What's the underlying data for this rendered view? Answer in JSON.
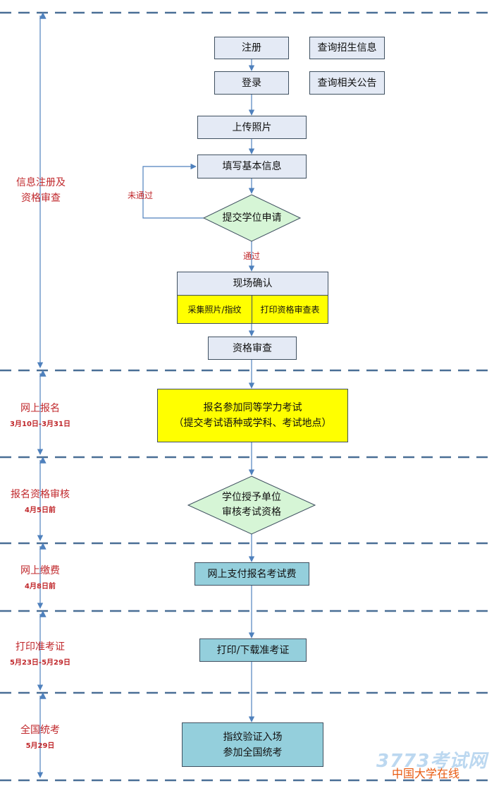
{
  "phases": [
    {
      "title": "信息注册及\n资格审查",
      "date": ""
    },
    {
      "title": "网上报名",
      "date": "3月10日-3月31日"
    },
    {
      "title": "报名资格审核",
      "date": "4月5日前"
    },
    {
      "title": "网上缴费",
      "date": "4月8日前"
    },
    {
      "title": "打印准考证",
      "date": "5月23日-5月29日"
    },
    {
      "title": "全国统考",
      "date": "5月29日"
    }
  ],
  "steps": {
    "register": "注册",
    "login": "登录",
    "query_admission": "查询招生信息",
    "query_notice": "查询相关公告",
    "upload_photo": "上传照片",
    "fill_info": "填写基本信息",
    "submit_degree": "提交学位申请",
    "not_passed": "未通过",
    "passed": "通过",
    "onsite_confirm": "现场确认",
    "collect_photo": "采集照片/指纹",
    "print_form": "打印资格审查表",
    "qualification_review": "资格审查",
    "signup_line1": "报名参加同等学力考试",
    "signup_line2": "（提交考试语种或学科、考试地点）",
    "unit_review_line1": "学位授予单位",
    "unit_review_line2": "审核考试资格",
    "pay_fee": "网上支付报名考试费",
    "print_ticket": "打印/下载准考证",
    "exam_line1": "指纹验证入场",
    "exam_line2": "参加全国统考"
  },
  "watermark": {
    "site": "3773考试网",
    "brand": "中国大学在线"
  },
  "colors": {
    "box_blue": "#e4eaf5",
    "box_yellow": "#ffff00",
    "box_teal": "#94cfdc",
    "diamond_green": "#d6f5d6",
    "phase_red": "#c0282c",
    "dash_line": "#4a6f96",
    "arrow_blue": "#4f81bd"
  }
}
